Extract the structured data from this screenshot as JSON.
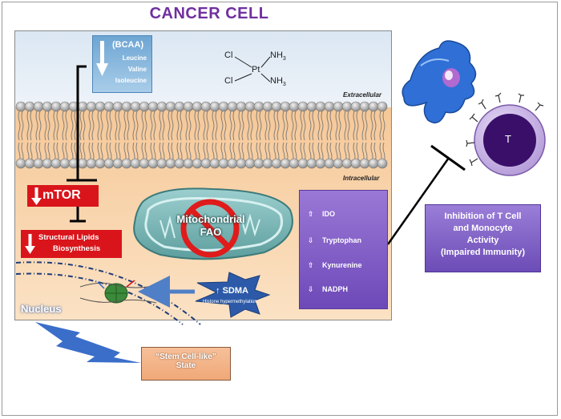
{
  "title": "CANCER CELL",
  "labels": {
    "extracellular": "Extracellular",
    "intracellular": "Intracellular",
    "nucleus": "Nucleus"
  },
  "bcaa": {
    "title": "(BCAA)",
    "items": [
      "Leucine",
      "Valine",
      "Isoleucine"
    ]
  },
  "cisplatin": {
    "cl1": "Cl",
    "cl2": "Cl",
    "pt": "Pt",
    "nh3a": "NH",
    "nh3b": "NH",
    "sub": "3"
  },
  "mtor": "mTOR",
  "lipids": {
    "line1": "Structural Lipids",
    "line2": "Biosynthesis"
  },
  "mito": {
    "line1": "Mitochondrial",
    "line2": "FAO"
  },
  "sdma": {
    "label": "SDMA",
    "sub": "Histone hypermethylation"
  },
  "metabolites": [
    {
      "dir": "up",
      "label": "IDO"
    },
    {
      "dir": "down",
      "label": "Tryptophan"
    },
    {
      "dir": "up",
      "label": "Kynurenine"
    },
    {
      "dir": "down",
      "label": "NADPH"
    }
  ],
  "stem": {
    "line1": "“Stem Cell-like”",
    "line2": "State"
  },
  "inhibition": {
    "line1": "Inhibition of T Cell",
    "line2": "and Monocyte",
    "line3": "Activity",
    "line4": "(Impaired Immunity)"
  },
  "tcell": "T",
  "colors": {
    "title": "#7030a0",
    "red_box": "#d9151b",
    "purple_box": "#7a58c4",
    "monocyte": "#2f6fd6",
    "tcell_nucleus": "#3a0f6a"
  }
}
